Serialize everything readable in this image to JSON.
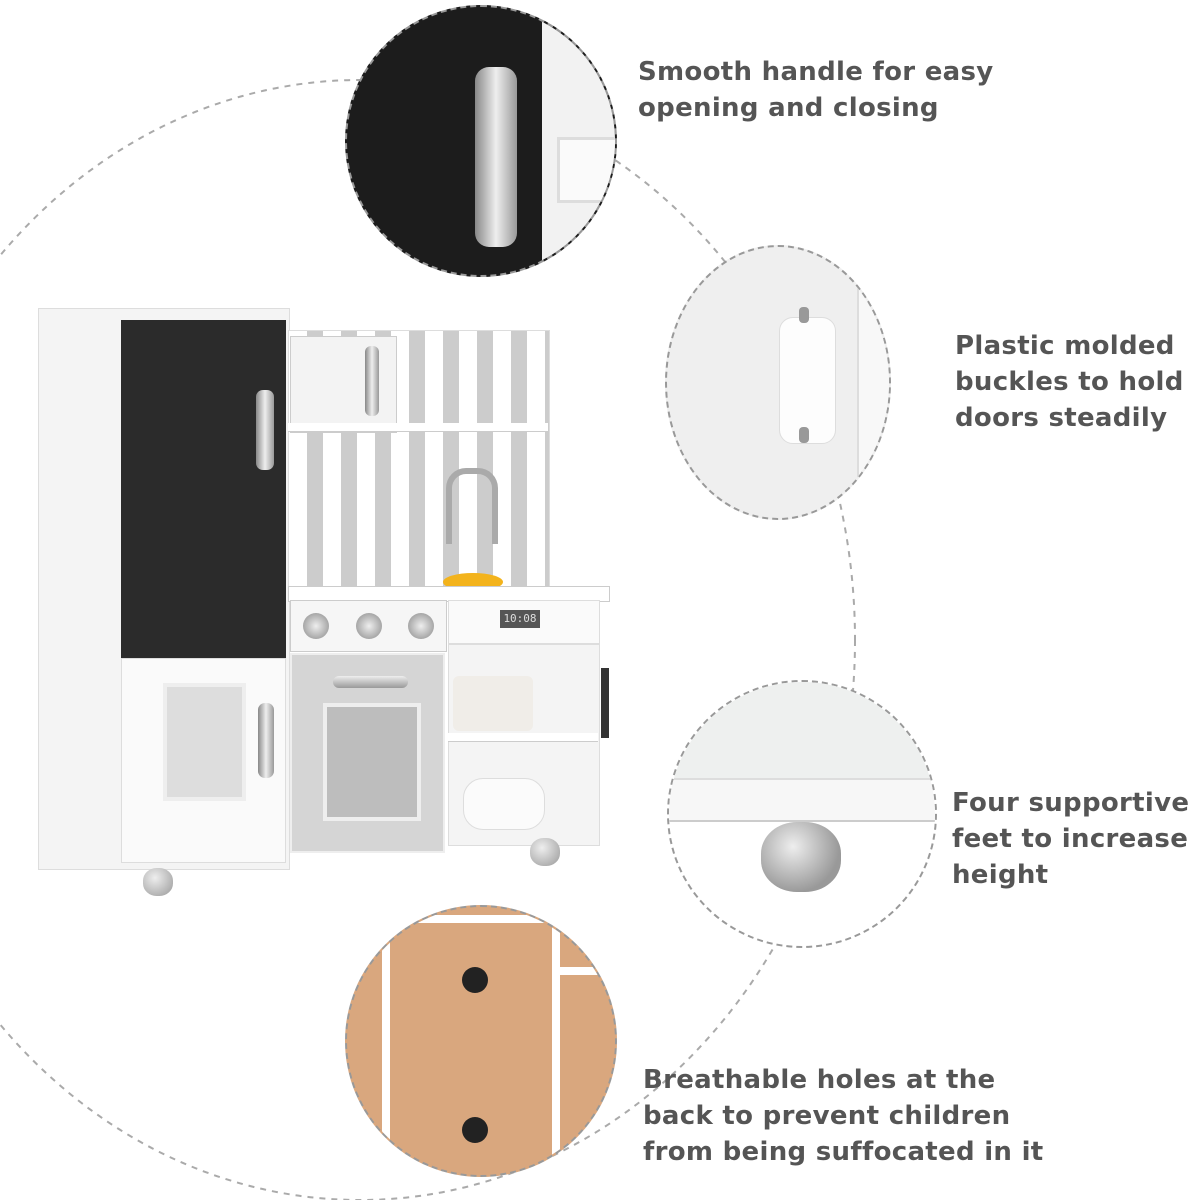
{
  "features": [
    {
      "id": "handle",
      "text_lines": [
        "Smooth handle for easy",
        "opening and closing"
      ]
    },
    {
      "id": "buckles",
      "text_lines": [
        "Plastic molded",
        "buckles to hold",
        "doors steadily"
      ]
    },
    {
      "id": "feet",
      "text_lines": [
        "Four supportive",
        "feet to increase",
        "height"
      ]
    },
    {
      "id": "holes",
      "text_lines": [
        "Breathable holes at the",
        "back to prevent children",
        "from being suffocated in it"
      ]
    }
  ],
  "product": {
    "oven_display": "10:08"
  },
  "colors": {
    "text": "#555555",
    "door": "#2b2b2b",
    "panel": "#d9a77e",
    "silver": "#b5b5b5",
    "dash": "#999999"
  }
}
